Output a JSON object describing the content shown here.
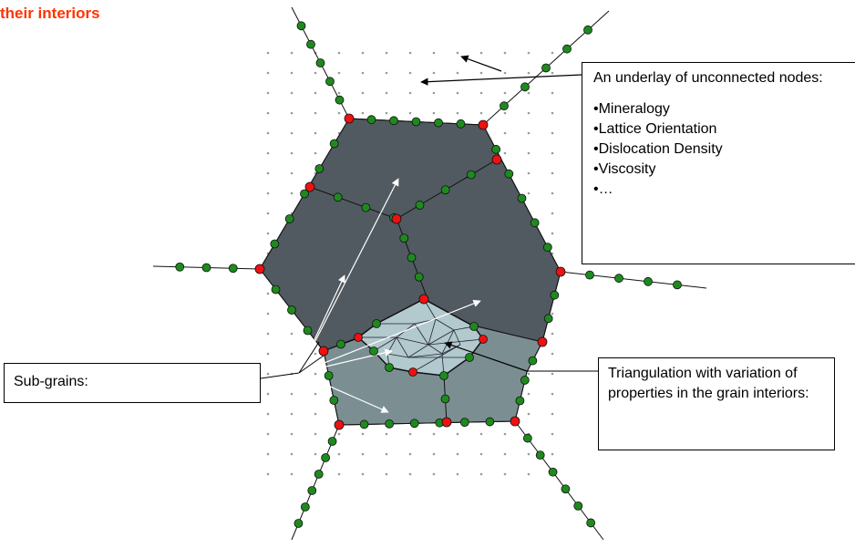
{
  "heading": {
    "text": "their interiors",
    "color": "#ff3300"
  },
  "callouts": {
    "underlay": {
      "title": "An underlay of unconnected nodes:",
      "items": [
        "•Mineralogy",
        "•Lattice Orientation",
        "•Dislocation Density",
        "•Viscosity",
        "•…"
      ]
    },
    "subgrains": {
      "text": "Sub-grains:"
    },
    "triangulation": {
      "text": "Triangulation with variation of properties in the grain interiors:"
    }
  },
  "colors": {
    "dark_grain": "#515a60",
    "light_grain": "#7b8f93",
    "triangulated_grain": "#b2c9cd",
    "boundary_node": "#1e8a1e",
    "triple_junction_node": "#ee1111",
    "underlay_dot": "#9a9a9a"
  }
}
